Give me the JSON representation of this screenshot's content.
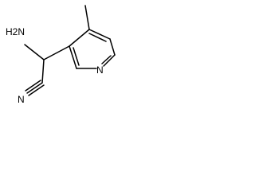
{
  "molecule": {
    "atoms": {
      "amino": "H2N",
      "nitrile_n": "N",
      "ring_n": "N"
    },
    "colors": {
      "bond": "#000000",
      "label": "#000000"
    }
  }
}
